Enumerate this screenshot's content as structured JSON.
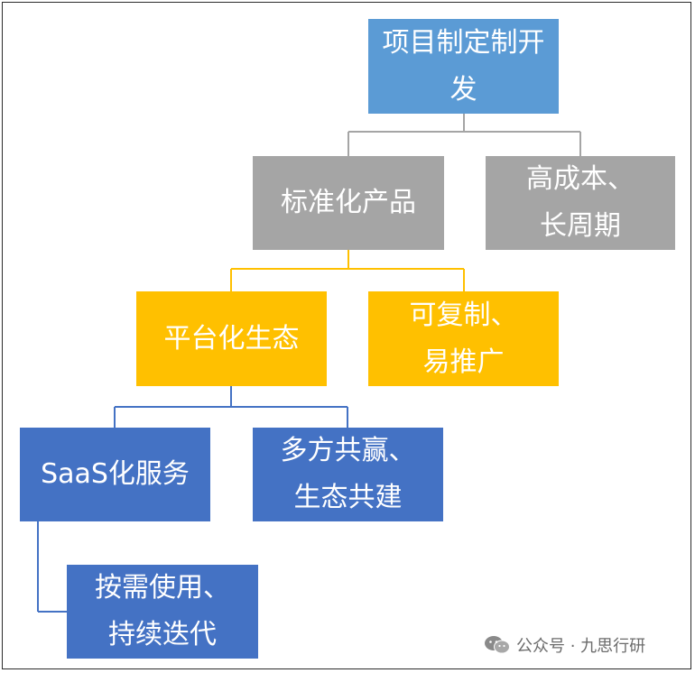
{
  "nodes": {
    "root": {
      "line1": "项目制定制开",
      "line2": "发"
    },
    "standard": {
      "line1": "标准化产品"
    },
    "high_cost": {
      "line1": "高成本、",
      "line2": "长周期"
    },
    "platform": {
      "line1": "平台化生态"
    },
    "replicable": {
      "line1": "可复制、",
      "line2": "易推广"
    },
    "saas": {
      "line1": "SaaS化服务"
    },
    "win_win": {
      "line1": "多方共赢、",
      "line2": "生态共建"
    },
    "on_demand": {
      "line1": "按需使用、",
      "line2": "持续迭代"
    }
  },
  "watermark": {
    "text": "公众号 · 九思行研",
    "icon": "wechat-icon"
  },
  "colors": {
    "root": "#5b9bd5",
    "level1": "#a5a5a5",
    "level2": "#ffc000",
    "level3": "#4472c4"
  }
}
